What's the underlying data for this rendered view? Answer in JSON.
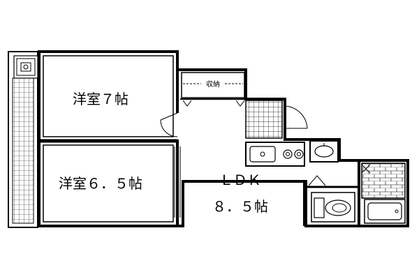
{
  "rooms": {
    "bedroom1": "洋室７帖",
    "bedroom2": "洋室６．５帖",
    "ldk_name": "ＬＤＫ",
    "ldk_size": "８．５帖",
    "storage": "収納"
  },
  "colors": {
    "wall": "#000000",
    "background": "#ffffff"
  }
}
